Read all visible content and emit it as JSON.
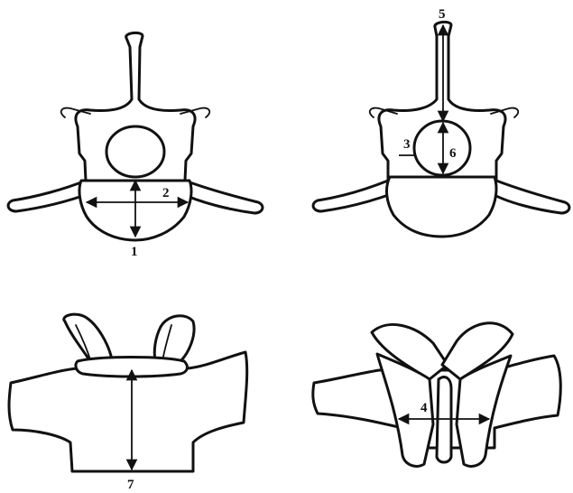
{
  "figure": {
    "labels": {
      "m1": "1",
      "m2": "2",
      "m3": "3",
      "m4": "4",
      "m5": "5",
      "m6": "6",
      "m7": "7"
    },
    "colors": {
      "ink": "#111111",
      "background": "#ffffff"
    }
  }
}
